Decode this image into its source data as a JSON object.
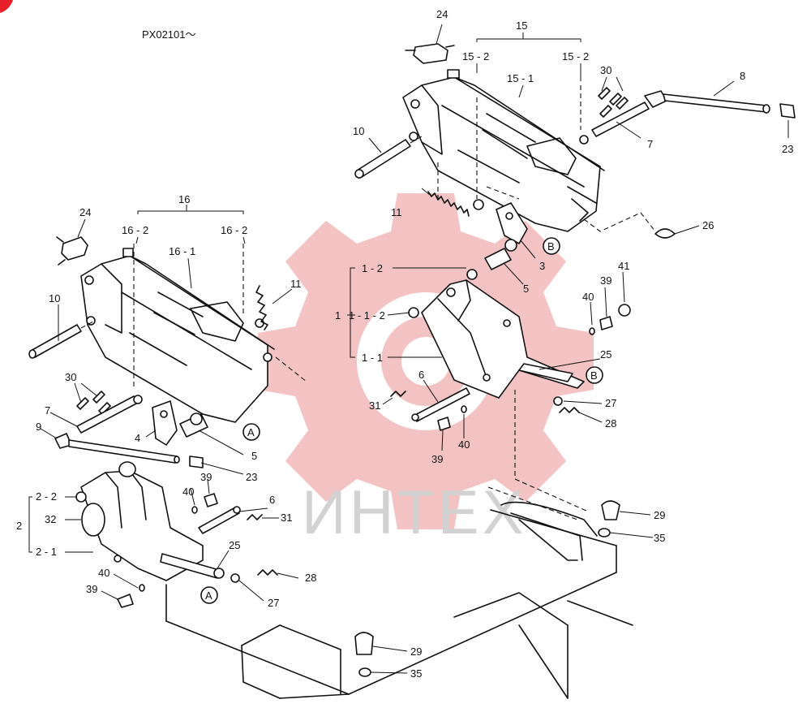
{
  "serial_note": "PX02101～",
  "watermark_text": "ИНТЕХ",
  "colors": {
    "line": "#111111",
    "watermark_gear": "#f2b8b8",
    "watermark_text": "#d2d2d2",
    "corner_mark": "#e8202a"
  },
  "labels": {
    "l24_top": "24",
    "l15": "15",
    "l15_2a": "15 - 2",
    "l15_1": "15 - 1",
    "l15_2b": "15 - 2",
    "l30_top": "30",
    "l8": "8",
    "l10_top": "10",
    "l7_top": "7",
    "l23_top": "23",
    "l11_mid": "11",
    "l26": "26",
    "lB_top": "B",
    "l3": "3",
    "l5_mid": "5",
    "l1_2a": "1 - 2",
    "l1": "1",
    "l1_1_2": "1 - 1 - 2",
    "l1_1": "1 - 1",
    "l41": "41",
    "l39_r": "39",
    "l40_r": "40",
    "l25_r": "25",
    "lB_r": "B",
    "l6_mid": "6",
    "l31_mid": "31",
    "l27_r": "27",
    "l28_r": "28",
    "l39_mid": "39",
    "l40_mid": "40",
    "l24_left": "24",
    "l16": "16",
    "l16_2a": "16 - 2",
    "l16_1": "16 - 1",
    "l16_2b": "16 - 2",
    "l11_left": "11",
    "l10_left": "10",
    "l30_left": "30",
    "l7_left": "7",
    "l9": "9",
    "l4": "4",
    "lA_left": "A",
    "l5_left": "5",
    "l23_left": "23",
    "l2": "2",
    "l2_2": "2 - 2",
    "l32": "32",
    "l2_1": "2 - 1",
    "l40_b": "40",
    "l39_b": "39",
    "l40_bl": "40",
    "l39_bl": "39",
    "l6_b": "6",
    "l31_b": "31",
    "l25_b": "25",
    "l28_b": "28",
    "lA_b": "A",
    "l27_b": "27",
    "l29_r": "29",
    "l35_r": "35",
    "l29_b": "29",
    "l35_b": "35"
  }
}
